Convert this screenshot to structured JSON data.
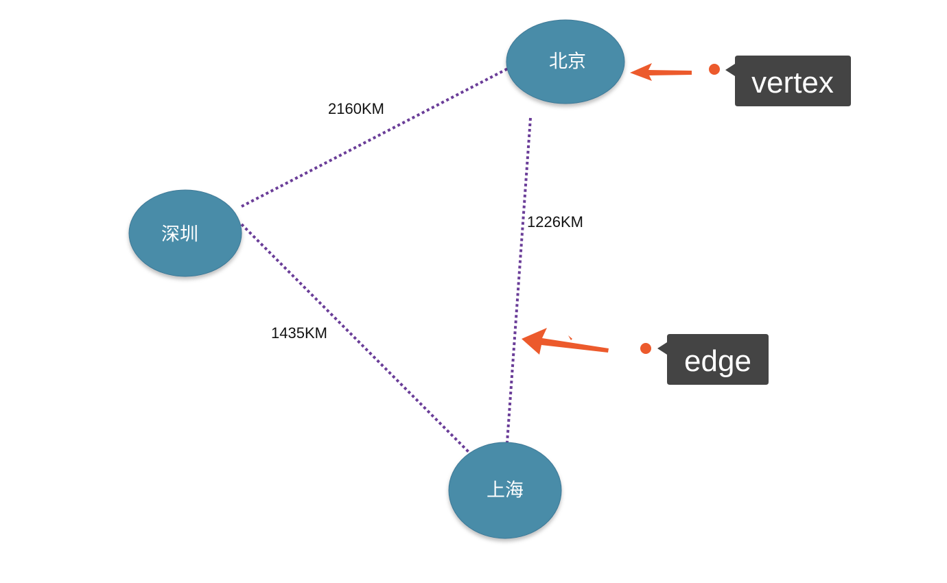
{
  "colors": {
    "node_fill": "#4a8ca8",
    "node_fill_dark": "#3d7896",
    "edge_stroke": "#6a3d98",
    "arrow": "#ec5a2c",
    "callout_bg": "#444444",
    "label_text": "#111111"
  },
  "nodes": [
    {
      "id": "beijing",
      "label": "北京"
    },
    {
      "id": "shenzhen",
      "label": "深圳"
    },
    {
      "id": "shanghai",
      "label": "上海"
    }
  ],
  "edges": [
    {
      "id": "shenzhen-beijing",
      "from": "shenzhen",
      "to": "beijing",
      "label": "2160KM"
    },
    {
      "id": "beijing-shanghai",
      "from": "beijing",
      "to": "shanghai",
      "label": "1226KM"
    },
    {
      "id": "shenzhen-shanghai",
      "from": "shenzhen",
      "to": "shanghai",
      "label": "1435KM"
    }
  ],
  "callouts": [
    {
      "id": "vertex",
      "label": "vertex",
      "points_to": "beijing"
    },
    {
      "id": "edge",
      "label": "edge",
      "points_to": "beijing-shanghai"
    }
  ]
}
